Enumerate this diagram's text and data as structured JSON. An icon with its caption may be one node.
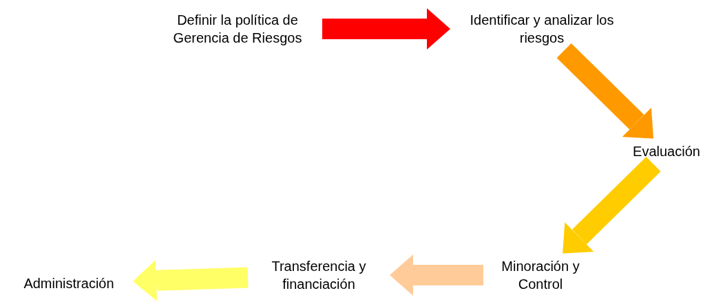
{
  "diagram": {
    "nodes": [
      {
        "text": [
          "Definir la política de Gerencia de Riesgos"
        ]
      },
      {
        "text": [
          "Identificar y analizar los riesgos"
        ]
      },
      {
        "text": [
          "Evaluación"
        ]
      },
      {
        "text": [
          "Minoración y Control"
        ]
      },
      {
        "text": [
          "Transferencia y financiación"
        ]
      },
      {
        "text": [
          "Administración"
        ]
      }
    ],
    "edges": [
      {
        "from": 0,
        "to": 1,
        "arrow": "to",
        "color": "#ff0000"
      },
      {
        "from": 1,
        "to": 2,
        "arrow": "to",
        "color": "#ff9900"
      },
      {
        "from": 2,
        "to": 3,
        "arrow": "to",
        "color": "#ffcc00"
      },
      {
        "from": 3,
        "to": 4,
        "arrow": "to",
        "color": "#ffcc99"
      },
      {
        "from": 4,
        "to": 5,
        "arrow": "to",
        "color": "#ffff66"
      }
    ]
  }
}
